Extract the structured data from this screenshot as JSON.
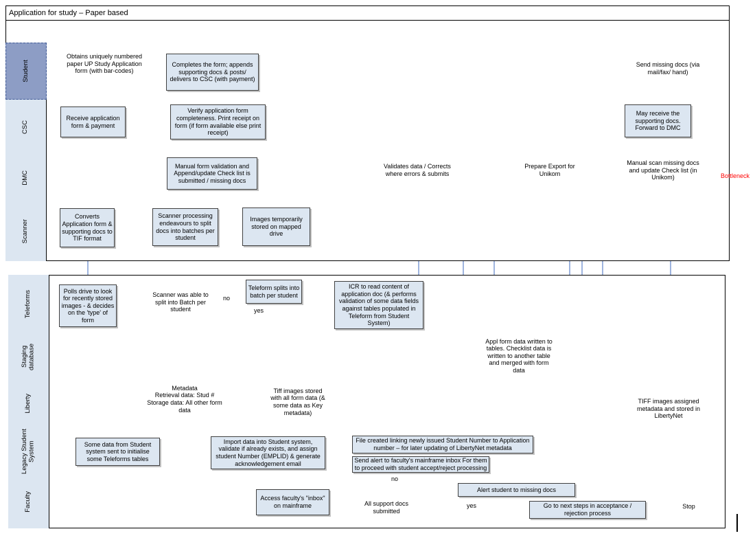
{
  "title": "Application for study – Paper based",
  "colors": {
    "shape_fill": "#dce6f1",
    "shape_border": "#404040",
    "connector_line": "#7e9bd3",
    "arrowhead": "#4472c4",
    "selected_lane_fill": "#8d9dc5",
    "lane_label_fill": "#dce6f1",
    "bottleneck_text": "#ff0000"
  },
  "lanes": {
    "band1": [
      {
        "label": "Student"
      },
      {
        "label": "CSC"
      },
      {
        "label": "DMC"
      },
      {
        "label": "Scanner"
      }
    ],
    "band2": [
      {
        "label": "Teleforms"
      },
      {
        "label": "Staging database"
      },
      {
        "label": "Liberty"
      },
      {
        "label": "Legacy Student System"
      },
      {
        "label": "Faculty"
      }
    ]
  },
  "nodes": {
    "student_obtains": "Obtains uniquely numbered paper UP Study Application form (with bar-codes)",
    "student_completes": "Completes the form; appends supporting docs & posts/ delivers to CSC (with payment)",
    "student_send_missing": "Send missing docs (via mail/fax/ hand)",
    "csc_receive": "Receive application form & payment",
    "csc_verify": "Verify application form completeness. Print receipt on form (if form available else print receipt)",
    "csc_may_receive": "May receive the supporting docs. Forward to DMC",
    "dmc_manual_validation": "Manual form validation and Append/update Check list is submitted / missing docs",
    "dmc_validates": "Validates data / Corrects where errors & submits",
    "dmc_prepare_export": "Prepare Export for Unikom",
    "dmc_manual_scan": "Manual scan missing docs and update Check list (in Unikom)",
    "scan_converts": "Converts Application form & supporting docs to TIF format",
    "scan_split": "Scanner processing endeavours to split docs into batches per student",
    "scan_images": "Images temporarily stored on mapped drive",
    "tf_polls": "Polls drive to look for recently stored images - & decides on the 'type' of form",
    "tf_decision": "Scanner was able to split into Batch per student",
    "tf_splits": "Teleform splits into batch per student",
    "tf_icr": "ICR to read content of application doc (& performs validation of some data fields against tables populated in Teleform from Student System)",
    "sd_appl": "Appl form data written to tables. Checklist data is written to another table and merged with form data",
    "lib_tiff_stored": "Tiff images stored with all form data (& some data as Key metadata)",
    "lib_tiff_assigned": "TIFF images assigned metadata and stored in LibertyNet",
    "ls_some_data": "Some data from Student system sent to initialise some Teleforms tables",
    "ls_import": "Import data into Student system, validate if already exists, and assign student Number (EMPLID) & generate acknowledgement email",
    "ls_file_created": "File created linking newly issued Student Number to Application number – for later updating of LibertyNet metadata",
    "ls_send_alert": "Send alert to faculty's mainframe inbox For them to proceed with student accept/reject processing",
    "fac_access": "Access faculty's \"inbox\" on mainframe",
    "fac_decision": "All support docs submitted",
    "fac_alert": "Alert student to missing docs",
    "fac_goto": "Go to next steps in acceptance / rejection process",
    "fac_stop": "Stop"
  },
  "annotations": {
    "bottleneck": "Bottleneck",
    "lib_metadata": "Metadata\nRetrieval data: Stud #\nStorage data: All other form data"
  },
  "edge_labels": {
    "tf_no": "no",
    "tf_yes": "yes",
    "fac_no": "no",
    "fac_yes": "yes"
  }
}
